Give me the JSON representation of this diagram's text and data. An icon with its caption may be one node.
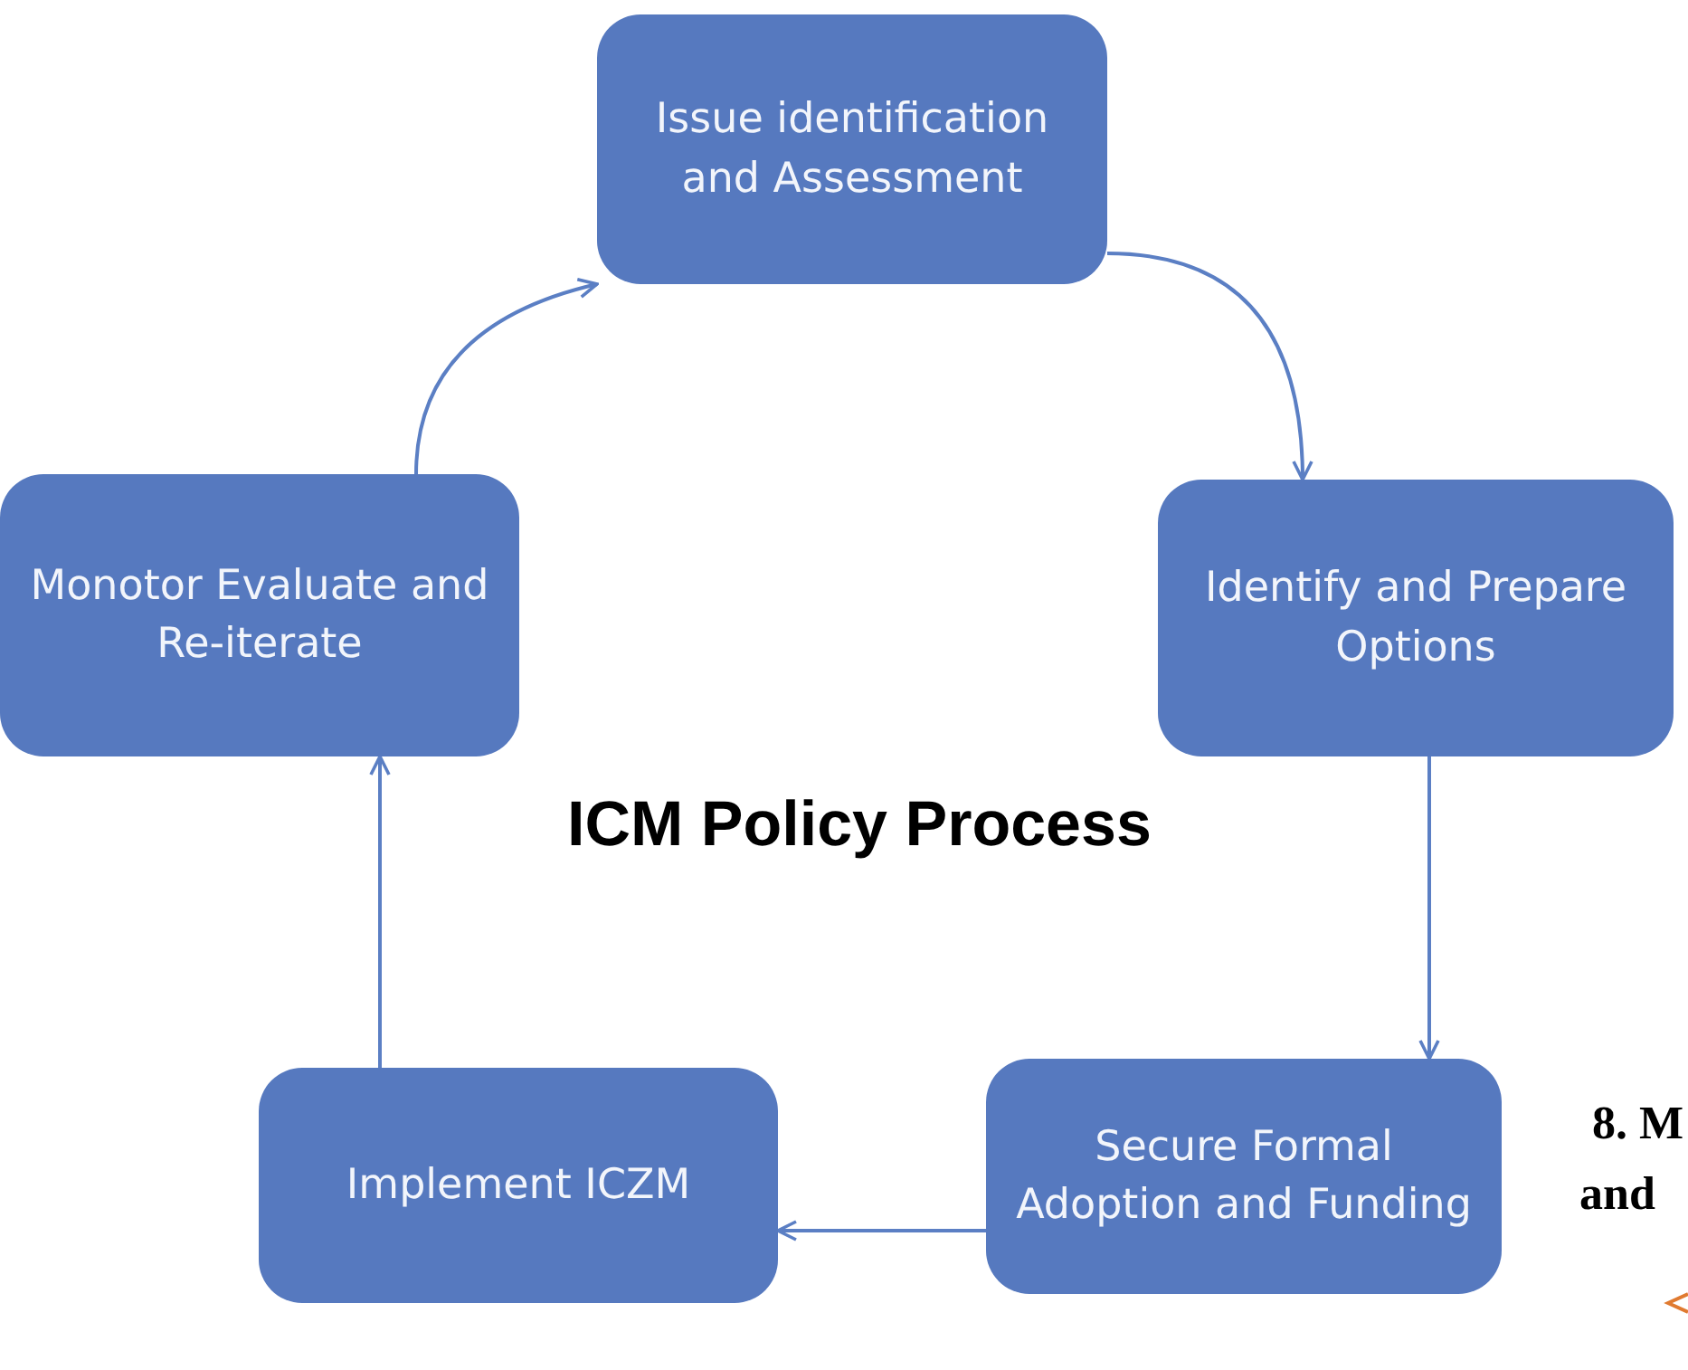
{
  "diagram": {
    "title": "ICM Policy Process",
    "nodes": [
      {
        "text": [
          "Issue identification and Assessment"
        ]
      },
      {
        "text": [
          "Identify and Prepare Options"
        ]
      },
      {
        "text": [
          "Secure Formal Adoption and Funding"
        ]
      },
      {
        "text": [
          "Implement ICZM"
        ]
      },
      {
        "text": [
          "Monotor Evaluate and Re-iterate"
        ]
      }
    ],
    "edges": [
      {
        "from": 0,
        "to": 1,
        "arrow": "to"
      },
      {
        "from": 1,
        "to": 2,
        "arrow": "to"
      },
      {
        "from": 2,
        "to": 3,
        "arrow": "to"
      },
      {
        "from": 3,
        "to": 4,
        "arrow": "to"
      },
      {
        "from": 4,
        "to": 0,
        "arrow": "to"
      }
    ],
    "labels": [
      "8. M",
      "and"
    ]
  }
}
